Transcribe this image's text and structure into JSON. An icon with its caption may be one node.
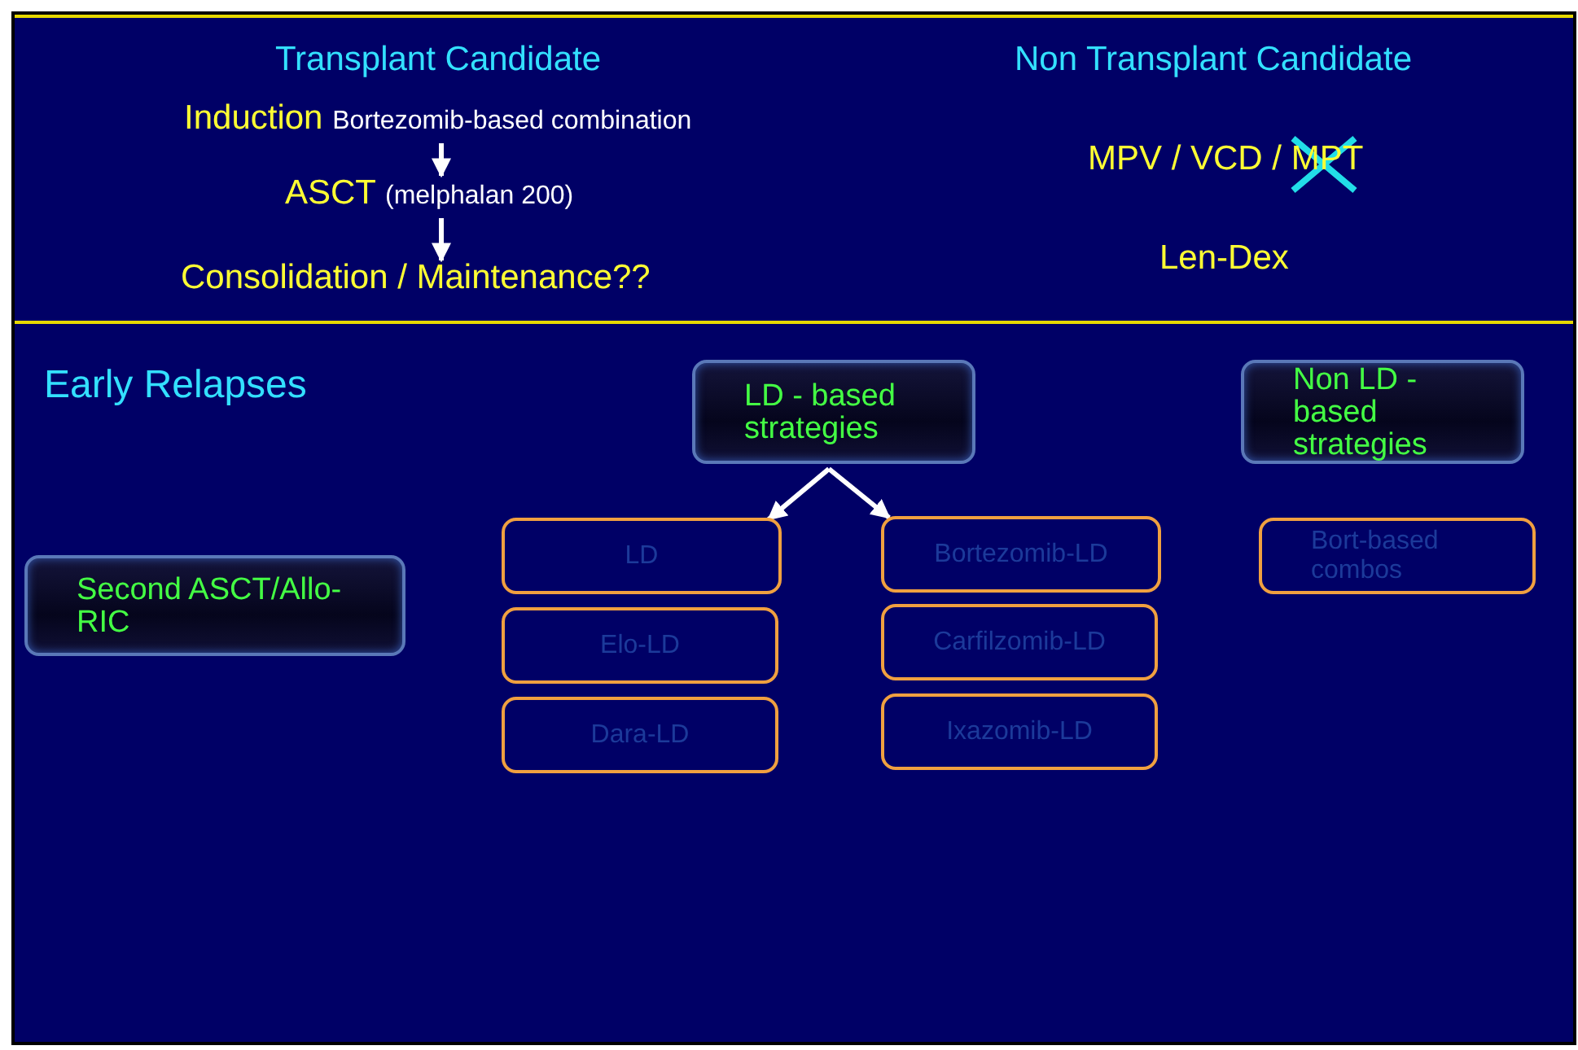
{
  "diagram": {
    "nodes": [
      {
        "text": [
          "Induction",
          "Bortezomib-based combination"
        ]
      },
      {
        "text": [
          "ASCT",
          "(melphalan 200)"
        ]
      },
      {
        "text": [
          "Consolidation / Maintenance??"
        ]
      },
      {
        "text": [
          "LD - based strategies"
        ]
      },
      {
        "text": [
          "Non LD - based strategies"
        ]
      },
      {
        "text": [
          "Second ASCT/Allo-RIC"
        ]
      },
      {
        "text": [
          "LD"
        ]
      },
      {
        "text": [
          "Bortezomib-LD"
        ]
      },
      {
        "text": [
          "Bort-based combos"
        ]
      },
      {
        "text": [
          "Elo-LD"
        ]
      },
      {
        "text": [
          "Carfilzomib-LD"
        ]
      },
      {
        "text": [
          "Dara-LD"
        ]
      },
      {
        "text": [
          "Ixazomib-LD"
        ]
      }
    ],
    "edges": [
      {
        "from": 0,
        "to": 1,
        "arrow": "to"
      },
      {
        "from": 1,
        "to": 2,
        "arrow": "to"
      },
      {
        "from": 3,
        "to": 6,
        "arrow": "to"
      },
      {
        "from": 3,
        "to": 7,
        "arrow": "to"
      }
    ],
    "labels": [
      "Transplant Candidate",
      "Non Transplant Candidate",
      "MPV / VCD / MPT",
      "Len-Dex",
      "Early Relapses"
    ]
  }
}
